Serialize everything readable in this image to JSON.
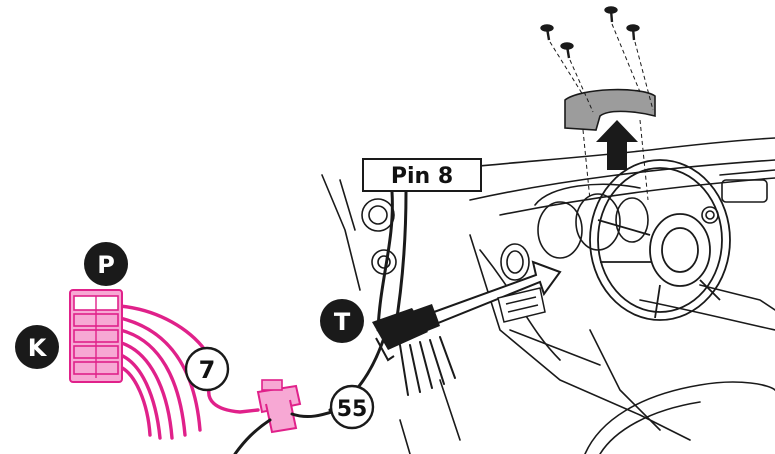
{
  "labels": {
    "p": "P",
    "k": "K",
    "t": "T",
    "pin": "Pin 8",
    "wire_num_7": "7",
    "wire_num_55": "55"
  },
  "colors": {
    "harness": "#e0218a",
    "harness_light": "#f7a8d4",
    "line": "#1a1a1a",
    "cover": "#9c9c9c",
    "badge": "#1a1a1a"
  },
  "icons": {
    "arrow": "up-arrow-icon",
    "screw": "screw-icon"
  }
}
